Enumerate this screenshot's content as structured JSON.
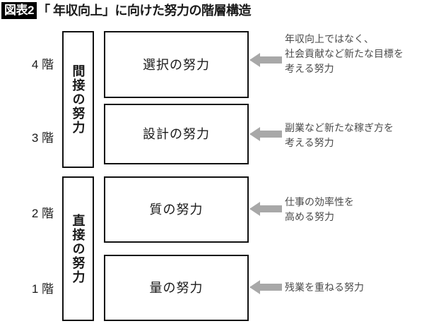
{
  "title": {
    "badge": "図表2",
    "text": "「 年収向上」に向けた努力の階層構造"
  },
  "floors": [
    {
      "label": "4 階"
    },
    {
      "label": "3 階"
    },
    {
      "label": "2 階"
    },
    {
      "label": "1 階"
    }
  ],
  "groups": [
    {
      "label": "間接の努力"
    },
    {
      "label": "直接の努力"
    }
  ],
  "efforts": [
    {
      "label": "選択の努力"
    },
    {
      "label": "設計の努力"
    },
    {
      "label": "質の努力"
    },
    {
      "label": "量の努力"
    }
  ],
  "annotations": [
    {
      "lines": [
        "年収向上ではなく、",
        "社会貢献など新たな目標を",
        "考える努力"
      ]
    },
    {
      "lines": [
        "副業など新たな稼ぎ方を",
        "考える努力"
      ]
    },
    {
      "lines": [
        "仕事の効率性を",
        "高める努力"
      ]
    },
    {
      "lines": [
        "残業を重ねる努力"
      ]
    }
  ],
  "colors": {
    "line": "#111111",
    "arrow": "#a8a8a8",
    "annotation_text": "#4a4a4a",
    "badge_bg": "#000000",
    "background": "#ffffff"
  }
}
